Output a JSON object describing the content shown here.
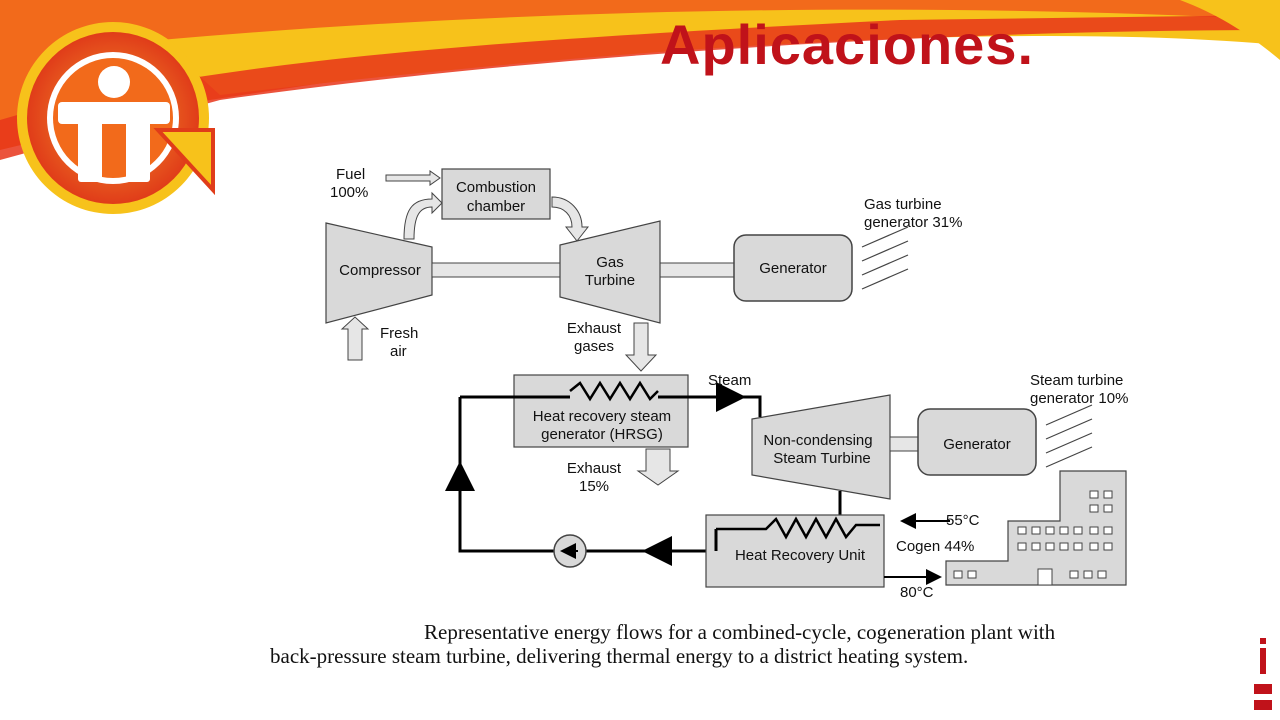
{
  "slide": {
    "title": "Aplicaciones."
  },
  "diagram": {
    "fuel_label": [
      "Fuel",
      "100%"
    ],
    "combustion_chamber": [
      "Combustion",
      "chamber"
    ],
    "compressor": "Compressor",
    "gas_turbine": [
      "Gas",
      "Turbine"
    ],
    "generator_1": "Generator",
    "gas_turbine_generator": [
      "Gas turbine",
      "generator 31%"
    ],
    "fresh_air": [
      "Fresh",
      "air"
    ],
    "exhaust_gases": [
      "Exhaust",
      "gases"
    ],
    "hrsg": [
      "Heat recovery steam",
      "generator (HRSG)"
    ],
    "steam": "Steam",
    "steam_turbine": [
      "Non-condensing",
      "Steam Turbine"
    ],
    "generator_2": "Generator",
    "steam_turbine_generator": [
      "Steam turbine",
      "generator 10%"
    ],
    "exhaust_15": [
      "Exhaust",
      "15%"
    ],
    "heat_recovery_unit": "Heat Recovery Unit",
    "temp_55": "55°C",
    "cogen": "Cogen 44%",
    "temp_80": "80°C"
  },
  "caption": {
    "line1": "Representative energy flows for a combined-cycle, cogeneration plant with",
    "line2": "back-pressure steam turbine, delivering thermal energy to a district heating system."
  },
  "colors": {
    "title": "#c0121a",
    "banner_orange": "#f26a1b",
    "banner_yellow": "#f7c21b",
    "component_fill": "#d9d9d9"
  }
}
